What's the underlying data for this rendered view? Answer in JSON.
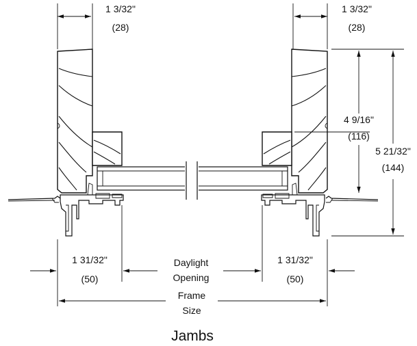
{
  "title": "Jambs",
  "dimensions": {
    "top_left": {
      "imperial": "1 3/32\"",
      "metric": "(28)"
    },
    "top_right": {
      "imperial": "1 3/32\"",
      "metric": "(28)"
    },
    "right_inner": {
      "imperial": "4 9/16\"",
      "metric": "(116)"
    },
    "right_outer": {
      "imperial": "5 21/32\"",
      "metric": "(144)"
    },
    "bottom_left": {
      "imperial": "1 31/32\"",
      "metric": "(50)"
    },
    "bottom_right": {
      "imperial": "1 31/32\"",
      "metric": "(50)"
    },
    "daylight": {
      "line1": "Daylight",
      "line2": "Opening"
    },
    "frame": {
      "line1": "Frame",
      "line2": "Size"
    }
  }
}
